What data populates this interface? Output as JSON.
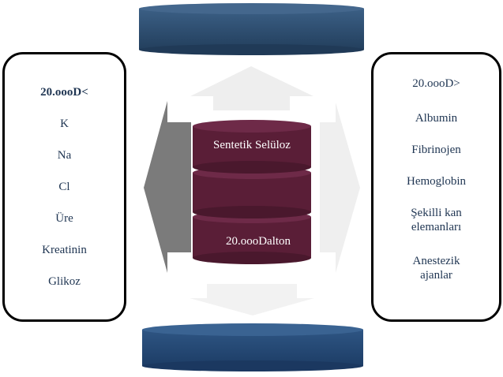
{
  "left_panel": {
    "header": "20.oooD<",
    "items": [
      "K",
      "Na",
      "Cl",
      "Üre",
      "Kreatinin",
      "Glikoz"
    ]
  },
  "right_panel": {
    "header": "20.oooD>",
    "items": [
      "Albumin",
      "Fibrinojen",
      "Hemoglobin",
      "Şekilli kan elemanları",
      "Anestezik ajanlar"
    ]
  },
  "center": {
    "top_label": "Sentetik Selüloz",
    "bottom_label": "20.oooDalton"
  },
  "colors": {
    "disk": "#2f4f6f",
    "disk_top": "#3e6187",
    "membrane": "#5a1f38",
    "membrane_top": "#6d2a47",
    "arrow_left": "#7a7a7a",
    "arrow_light": "#eeeeee",
    "text": "#1f3552"
  }
}
